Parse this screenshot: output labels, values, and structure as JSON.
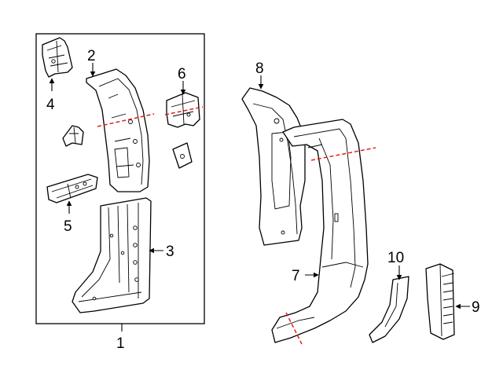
{
  "callouts": {
    "c1": "1",
    "c2": "2",
    "c3": "3",
    "c4": "4",
    "c5": "5",
    "c6": "6",
    "c7": "7",
    "c8": "8",
    "c9": "9",
    "c10": "10"
  },
  "colors": {
    "outline": "#000000",
    "section_cut": "#e0201e",
    "background": "#ffffff"
  }
}
